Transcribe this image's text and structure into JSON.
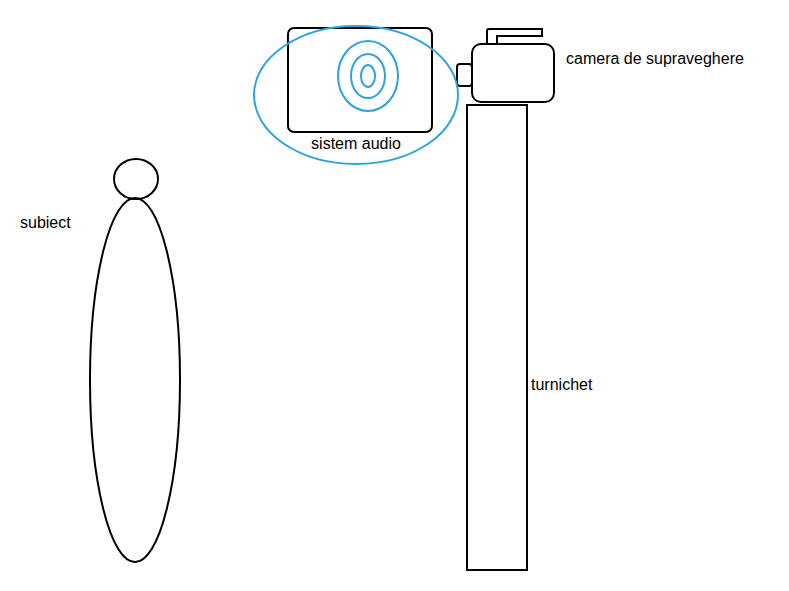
{
  "diagram": {
    "nodes": [
      {
        "text": [
          "sistem audio"
        ]
      }
    ],
    "labels": [
      "subiect",
      "camera de supraveghere",
      "turnichet"
    ]
  }
}
